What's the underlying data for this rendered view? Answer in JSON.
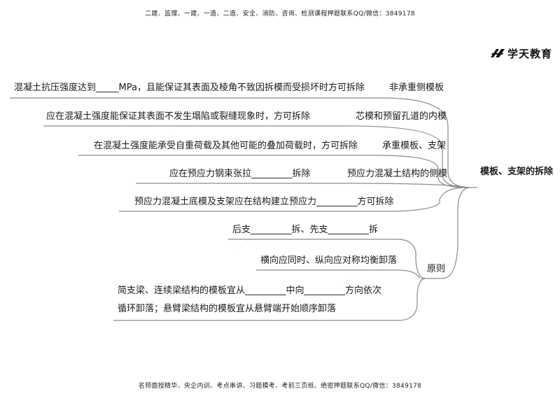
{
  "header": "二建、监理、一建、一造、二造、安全、消防、咨询、检测课程押题联系QQ/微信：3849178",
  "footer": "名师面授精华、央企内训、考点串讲、习题模考、考前三页纸、绝密押题联系QQ/微信：3849178",
  "logo": {
    "icon": "xuetian-logo-icon",
    "text": "学天教育"
  },
  "root": "模板、支架的拆除",
  "branches": [
    {
      "label": "非承重侧模板",
      "text": "混凝土抗压强度达到_____MPa，且能保证其表面及棱角不致因拆模而受损坏时方可拆除"
    },
    {
      "label": "芯模和预留孔道的内模",
      "text": "应在混凝土强度能保证其表面不发生塌陷或裂缝现象时，方可拆除"
    },
    {
      "label": "承重模板、支架",
      "text": "在混凝土强度能承受自重荷载及其他可能的叠加荷载时，方可拆除"
    },
    {
      "label": "预应力混凝土结构的侧模",
      "text": "应在预应力钢束张拉_________拆除"
    },
    {
      "label": "",
      "text": "预应力混凝土底模及支架应在结构建立预应力_________方可拆除"
    }
  ],
  "principle": {
    "label": "原则",
    "items": [
      "后支_________拆、先支_________拆",
      "横向应同时、纵向应对称均衡卸落",
      "简支梁、连续梁结构的模板宜从_________中向_________方向依次",
      "循环卸落；悬臂梁结构的模板宜从悬臂端开始顺序卸落"
    ]
  }
}
